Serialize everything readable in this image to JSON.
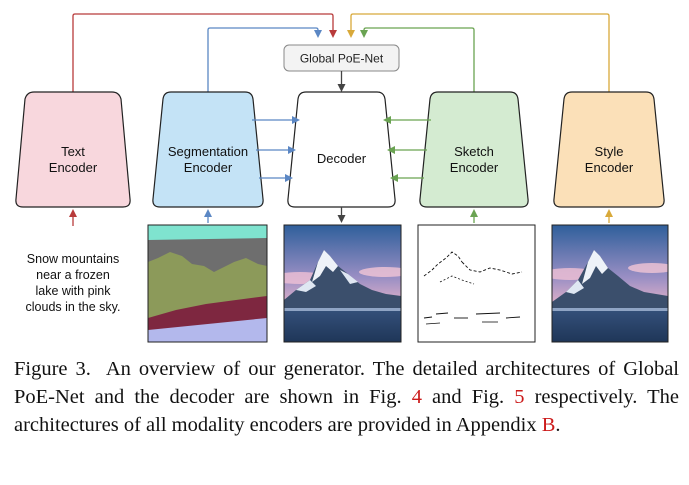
{
  "colors": {
    "text_red": "#b83b3b",
    "seg_blue": "#5b87c4",
    "sketch_green": "#6aa352",
    "style_gold": "#d8a93a",
    "dark": "#444444"
  },
  "poe_net": {
    "label": "Global PoE-Net"
  },
  "encoders": {
    "text": {
      "label_lines": [
        "Text",
        "Encoder"
      ],
      "fill": "#f8d7dd"
    },
    "segmentation": {
      "label_lines": [
        "Segmentation",
        "Encoder"
      ],
      "fill": "#c4e3f6"
    },
    "decoder": {
      "label_lines": [
        "Decoder"
      ],
      "fill": "#ffffff"
    },
    "sketch": {
      "label_lines": [
        "Sketch",
        "Encoder"
      ],
      "fill": "#d4ebd1"
    },
    "style": {
      "label_lines": [
        "Style",
        "Encoder"
      ],
      "fill": "#fbe0b8"
    }
  },
  "text_input": {
    "lines": [
      "Snow mountains",
      "near a frozen",
      "lake with pink",
      "clouds in the sky."
    ]
  },
  "caption": {
    "fig_label": "Figure 3.",
    "text_before_ref1": "An overview of our generator. The detailed architectures of Global PoE-Net and the decoder are shown in Fig.",
    "ref1": "4",
    "and1": "and Fig.",
    "ref2": "5",
    "text_after_ref2": "respectively. The architectures of all modality encoders are provided in Appendix",
    "ref3": "B",
    "period": "."
  }
}
